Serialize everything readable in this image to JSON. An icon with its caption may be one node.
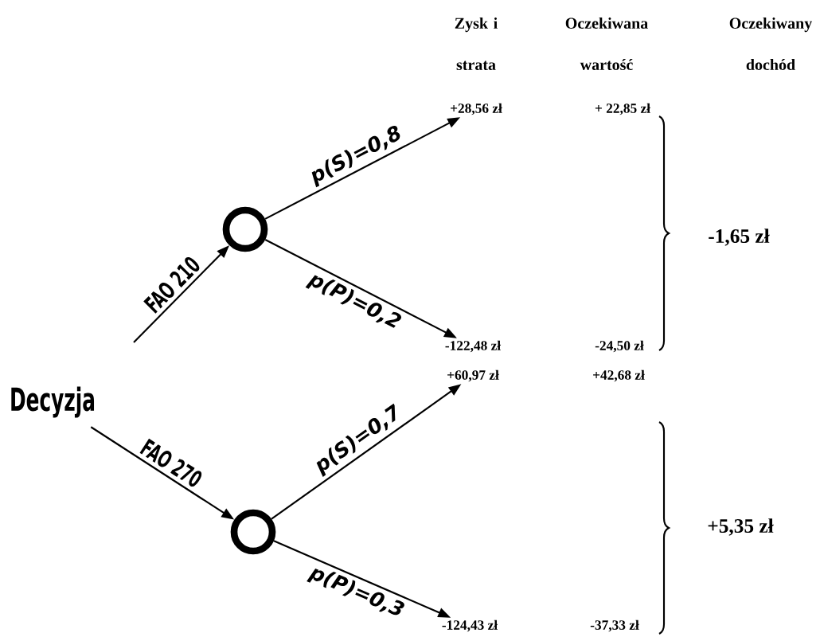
{
  "diagram": {
    "nodes": [
      {
        "text": [
          "Decyzja"
        ]
      },
      {
        "text": [],
        "shape": "circle"
      },
      {
        "text": [],
        "shape": "circle"
      },
      {
        "text": [
          "+28,56 zł"
        ]
      },
      {
        "text": [
          "-122,48 zł"
        ]
      },
      {
        "text": [
          "+60,97 zł"
        ]
      },
      {
        "text": [
          "-124,43 zł"
        ]
      }
    ],
    "edges": [
      {
        "from": null,
        "to": 1,
        "arrow": "to",
        "label": "FAO 210"
      },
      {
        "from": 1,
        "to": 3,
        "arrow": "to",
        "label": "p(S)=0,8"
      },
      {
        "from": 1,
        "to": 4,
        "arrow": "to",
        "label": "p(P)=0,2"
      },
      {
        "from": 0,
        "to": 2,
        "arrow": "to",
        "label": "FAO 270"
      },
      {
        "from": 2,
        "to": 5,
        "arrow": "to",
        "label": "p(S)=0,7"
      },
      {
        "from": 2,
        "to": 6,
        "arrow": "to",
        "label": "p(P)=0,3"
      }
    ],
    "labels": [
      "Zysk i strata",
      "Oczekiwana wartość",
      "Oczekiwany dochód",
      "+ 22,85 zł",
      "-1,65 zł",
      "-24,50 zł",
      "+42,68 zł",
      "+5,35 zł",
      "-37,33 zł"
    ]
  }
}
